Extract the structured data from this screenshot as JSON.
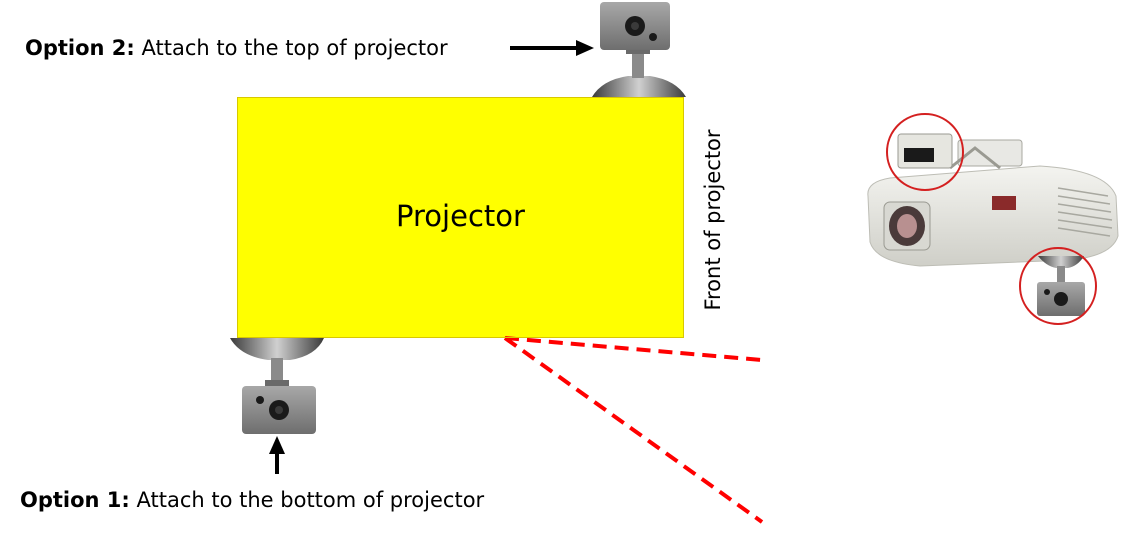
{
  "option2": {
    "prefix": "Option 2:",
    "text": " Attach to the top of projector"
  },
  "option1": {
    "prefix": "Option 1:",
    "text": " Attach to the bottom of projector"
  },
  "projector": {
    "label": "Projector",
    "fill": "#ffff00"
  },
  "front_label": "Front of projector",
  "colors": {
    "beam": "#ff0000",
    "highlight_circle": "#d42020",
    "camera_body": "#8c8c8c",
    "arrow": "#000000"
  },
  "icons": [
    "camera-icon",
    "arrow-right-icon",
    "arrow-up-icon",
    "projector-photo-icon"
  ]
}
